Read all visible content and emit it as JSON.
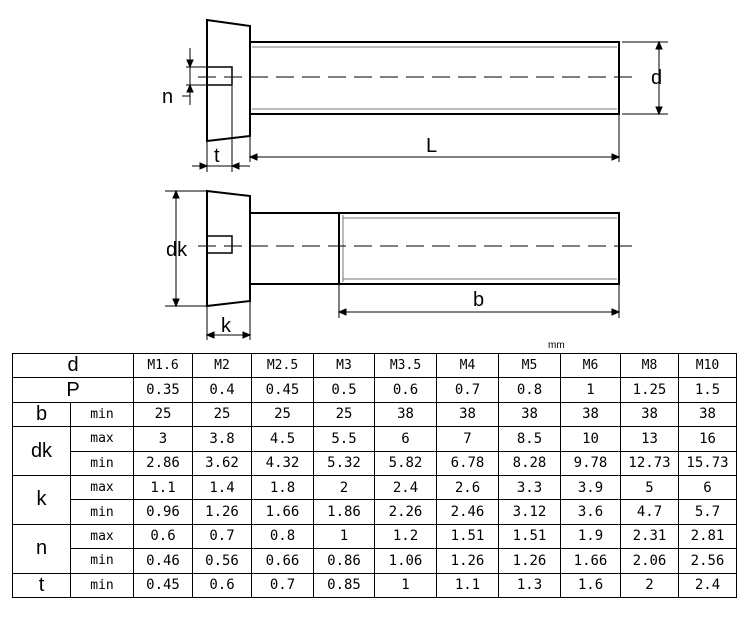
{
  "drawing": {
    "labels": {
      "n": "n",
      "t": "t",
      "d": "d",
      "L": "L",
      "dk": "dk",
      "k": "k",
      "b": "b"
    }
  },
  "unit": "mm",
  "table": {
    "sizes": [
      "M1.6",
      "M2",
      "M2.5",
      "M3",
      "M3.5",
      "M4",
      "M5",
      "M6",
      "M8",
      "M10"
    ],
    "rows": [
      {
        "param": "d",
        "sub": "",
        "values": [
          "M1.6",
          "M2",
          "M2.5",
          "M3",
          "M3.5",
          "M4",
          "M5",
          "M6",
          "M8",
          "M10"
        ]
      },
      {
        "param": "P",
        "sub": "",
        "values": [
          "0.35",
          "0.4",
          "0.45",
          "0.5",
          "0.6",
          "0.7",
          "0.8",
          "1",
          "1.25",
          "1.5"
        ]
      },
      {
        "param": "b",
        "sub": "min",
        "values": [
          "25",
          "25",
          "25",
          "25",
          "38",
          "38",
          "38",
          "38",
          "38",
          "38"
        ]
      },
      {
        "param": "dk",
        "sub": "max",
        "values": [
          "3",
          "3.8",
          "4.5",
          "5.5",
          "6",
          "7",
          "8.5",
          "10",
          "13",
          "16"
        ]
      },
      {
        "param": "",
        "sub": "min",
        "values": [
          "2.86",
          "3.62",
          "4.32",
          "5.32",
          "5.82",
          "6.78",
          "8.28",
          "9.78",
          "12.73",
          "15.73"
        ]
      },
      {
        "param": "k",
        "sub": "max",
        "values": [
          "1.1",
          "1.4",
          "1.8",
          "2",
          "2.4",
          "2.6",
          "3.3",
          "3.9",
          "5",
          "6"
        ]
      },
      {
        "param": "",
        "sub": "min",
        "values": [
          "0.96",
          "1.26",
          "1.66",
          "1.86",
          "2.26",
          "2.46",
          "3.12",
          "3.6",
          "4.7",
          "5.7"
        ]
      },
      {
        "param": "n",
        "sub": "max",
        "values": [
          "0.6",
          "0.7",
          "0.8",
          "1",
          "1.2",
          "1.51",
          "1.51",
          "1.9",
          "2.31",
          "2.81"
        ]
      },
      {
        "param": "",
        "sub": "min",
        "values": [
          "0.46",
          "0.56",
          "0.66",
          "0.86",
          "1.06",
          "1.26",
          "1.26",
          "1.66",
          "2.06",
          "2.56"
        ]
      },
      {
        "param": "t",
        "sub": "min",
        "values": [
          "0.45",
          "0.6",
          "0.7",
          "0.85",
          "1",
          "1.1",
          "1.3",
          "1.6",
          "2",
          "2.4"
        ]
      }
    ]
  }
}
